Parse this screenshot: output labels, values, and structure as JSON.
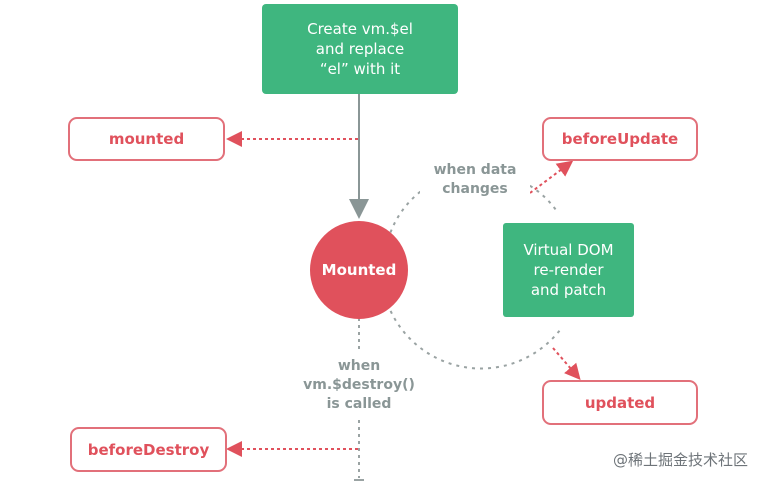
{
  "create_box": {
    "lines": [
      "Create vm.$el",
      "and replace",
      "“el” with it"
    ]
  },
  "hooks": {
    "mounted": "mounted",
    "before_update": "beforeUpdate",
    "updated": "updated",
    "before_destroy": "beforeDestroy"
  },
  "mounted_circle": "Mounted",
  "data_change_label": [
    "when data",
    "changes"
  ],
  "rerender_box": {
    "lines": [
      "Virtual DOM",
      "re-render",
      "and patch"
    ]
  },
  "destroy_label": [
    "when",
    "vm.$destroy()",
    "is called"
  ],
  "watermark": "@稀土掘金技术社区",
  "colors": {
    "green": "#3fb67f",
    "red": "#e0515c",
    "hook_border": "#e2707a",
    "arrow_grey": "#8a9696",
    "dotted_grey": "#9aa3a3"
  }
}
